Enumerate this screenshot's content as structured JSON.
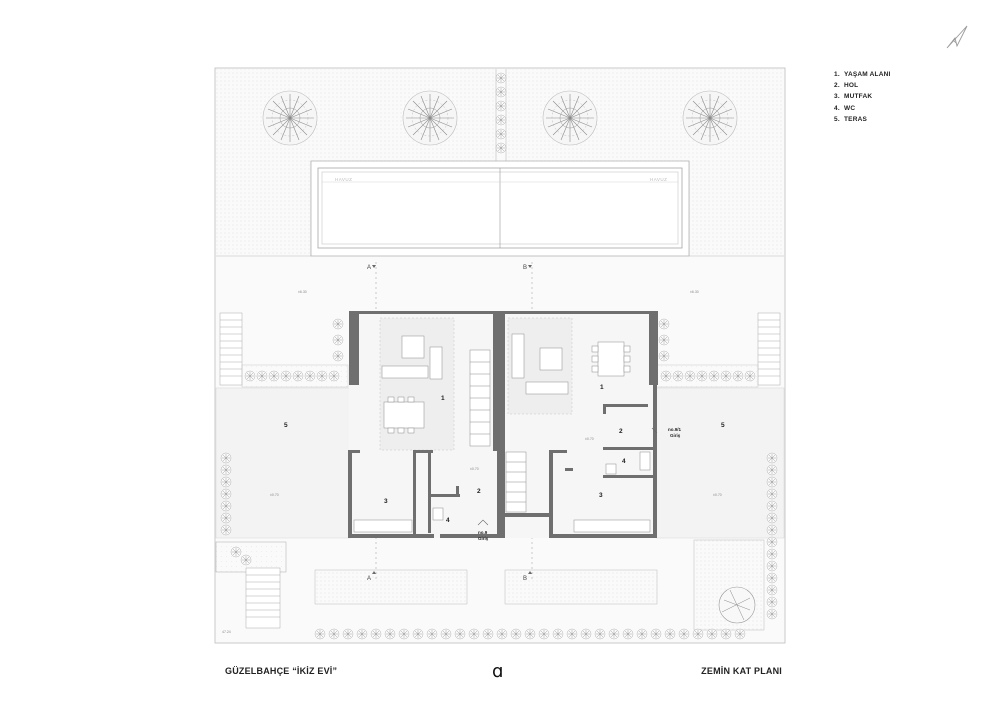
{
  "legend": [
    {
      "num": "1.",
      "label": "YAŞAM ALANI"
    },
    {
      "num": "2.",
      "label": "HOL"
    },
    {
      "num": "3.",
      "label": "MUTFAK"
    },
    {
      "num": "4.",
      "label": "WC"
    },
    {
      "num": "5.",
      "label": "TERAS"
    }
  ],
  "project_title": "GÜZELBAHÇE “İKİZ EVİ”",
  "drawing_title": "ZEMİN KAT PLANI",
  "logo_glyph": "ɑ",
  "section_markers": {
    "a": "A",
    "b": "B"
  },
  "room_numbers": {
    "left_living": "1",
    "left_hall": "2",
    "left_kitchen": "3",
    "left_wc": "4",
    "left_terrace": "5",
    "right_living": "1",
    "right_hall": "2",
    "right_kitchen": "3",
    "right_wc": "4",
    "right_terrace": "5"
  },
  "entries": {
    "left_no": "no.9",
    "left_label": "Giriş",
    "right_no": "no.9/1",
    "right_label": "Giriş"
  },
  "pool_labels": {
    "left": "HAVUZ",
    "right": "HAVUZ"
  },
  "elevations": {
    "garden_left": "±6.30",
    "garden_right": "±6.30",
    "terrace_left": "±0.70",
    "terrace_right": "±0.70",
    "hall_left": "±0.70",
    "hall_right": "±0.70",
    "corner": "47.24"
  },
  "colors": {
    "wall": "#6f6f6f",
    "line": "#9a9a9a",
    "fill": "#f2f2f2",
    "text": "#222222"
  }
}
